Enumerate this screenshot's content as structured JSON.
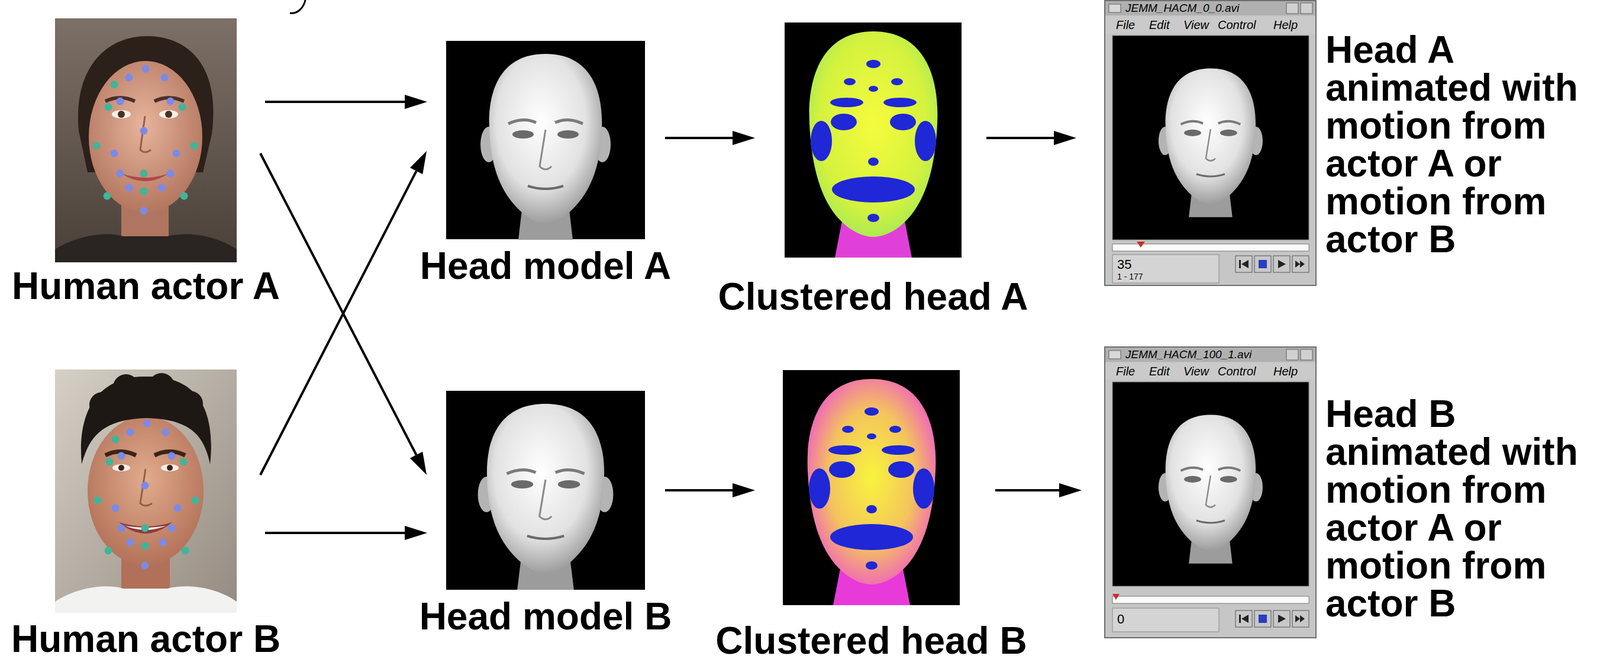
{
  "diagram": {
    "nodes": [
      {
        "text": [
          "Human actor A"
        ]
      },
      {
        "text": [
          "Head model A"
        ]
      },
      {
        "text": [
          "Clustered head A"
        ]
      },
      {
        "text": [
          "JEMM_HACM_0_0.avi",
          "File",
          "Edit",
          "View",
          "Control",
          "Help",
          "35",
          "1 - 177"
        ]
      },
      {
        "text": [
          "Human actor B"
        ]
      },
      {
        "text": [
          "Head model B"
        ]
      },
      {
        "text": [
          "Clustered head B"
        ]
      },
      {
        "text": [
          "JEMM_HACM_100_1.avi",
          "File",
          "Edit",
          "View",
          "Control",
          "Help",
          "0"
        ]
      }
    ],
    "edges": [
      {
        "from": 0,
        "to": 1,
        "arrow": "to"
      },
      {
        "from": 0,
        "to": 5,
        "arrow": "to"
      },
      {
        "from": 4,
        "to": 1,
        "arrow": "to"
      },
      {
        "from": 4,
        "to": 5,
        "arrow": "to"
      },
      {
        "from": 1,
        "to": 2,
        "arrow": "to"
      },
      {
        "from": 2,
        "to": 3,
        "arrow": "to"
      },
      {
        "from": 5,
        "to": 6,
        "arrow": "to"
      },
      {
        "from": 6,
        "to": 7,
        "arrow": "to"
      }
    ],
    "labels": [
      "Head A animated with motion from actor A or motion from actor B",
      "Head B animated with motion from actor A or motion from actor B"
    ]
  }
}
